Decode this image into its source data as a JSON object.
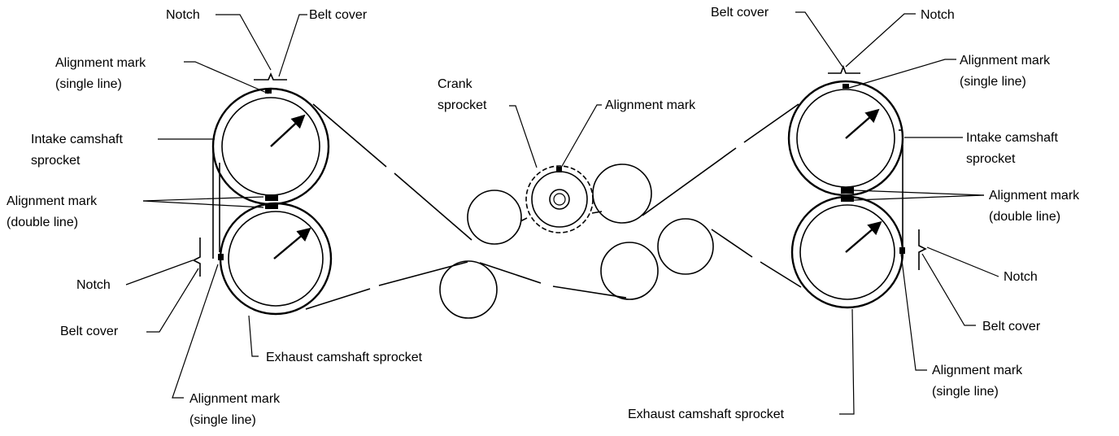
{
  "labels": {
    "left": {
      "notch_top": "Notch",
      "belt_cover_top": "Belt cover",
      "alignment_single_top_1": "Alignment mark",
      "alignment_single_top_2": "(single line)",
      "intake_1": "Intake camshaft",
      "intake_2": "sprocket",
      "alignment_double_1": "Alignment mark",
      "alignment_double_2": "(double line)",
      "notch_bottom": "Notch",
      "belt_cover_bottom": "Belt cover",
      "exhaust": "Exhaust camshaft sprocket",
      "alignment_single_bottom_1": "Alignment mark",
      "alignment_single_bottom_2": "(single line)"
    },
    "center": {
      "crank_1": "Crank",
      "crank_2": "sprocket",
      "alignment": "Alignment mark"
    },
    "right": {
      "belt_cover_top": "Belt cover",
      "notch_top": "Notch",
      "alignment_single_top_1": "Alignment mark",
      "alignment_single_top_2": "(single line)",
      "intake_1": "Intake camshaft",
      "intake_2": "sprocket",
      "alignment_double_1": "Alignment mark",
      "alignment_double_2": "(double line)",
      "notch_bottom": "Notch",
      "belt_cover_bottom": "Belt cover",
      "alignment_single_bottom_1": "Alignment mark",
      "alignment_single_bottom_2": "(single line)",
      "exhaust": "Exhaust camshaft sprocket"
    }
  }
}
